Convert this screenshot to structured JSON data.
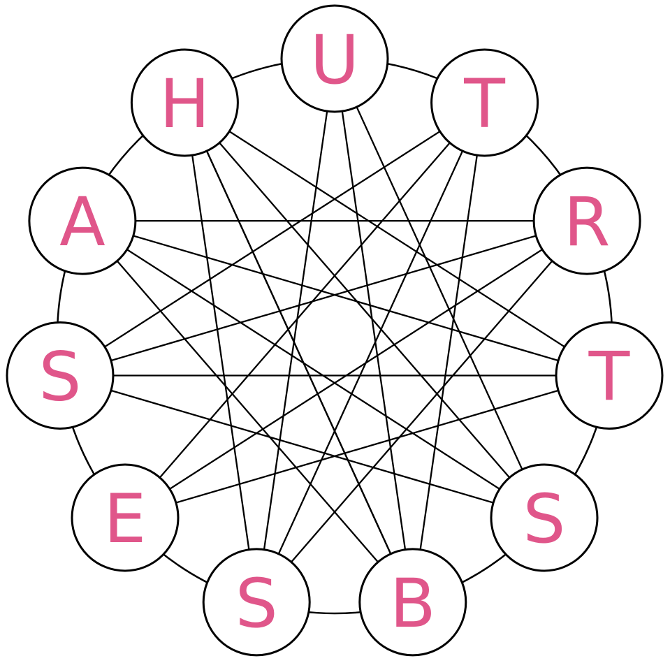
{
  "diagram": {
    "letter_color": "#e0568a",
    "line_color": "#000000",
    "nodes": [
      {
        "id": "n1",
        "letter": "U"
      },
      {
        "id": "n2",
        "letter": "T"
      },
      {
        "id": "n3",
        "letter": "R"
      },
      {
        "id": "n4",
        "letter": "T"
      },
      {
        "id": "n5",
        "letter": "S"
      },
      {
        "id": "n6",
        "letter": "B"
      },
      {
        "id": "n7",
        "letter": "S"
      },
      {
        "id": "n8",
        "letter": "E"
      },
      {
        "id": "n9",
        "letter": "S"
      },
      {
        "id": "n10",
        "letter": "A"
      },
      {
        "id": "n11",
        "letter": "H"
      }
    ],
    "connections": [
      [
        "n1",
        "n6"
      ],
      [
        "n1",
        "n7"
      ],
      [
        "n2",
        "n8"
      ],
      [
        "n2",
        "n9"
      ],
      [
        "n3",
        "n9"
      ],
      [
        "n3",
        "n10"
      ],
      [
        "n4",
        "n10"
      ],
      [
        "n4",
        "n11"
      ],
      [
        "n5",
        "n11"
      ],
      [
        "n5",
        "n1"
      ],
      [
        "n6",
        "n2"
      ],
      [
        "n6",
        "n11"
      ],
      [
        "n7",
        "n2"
      ],
      [
        "n7",
        "n3"
      ],
      [
        "n8",
        "n3"
      ],
      [
        "n8",
        "n4"
      ],
      [
        "n9",
        "n4"
      ],
      [
        "n9",
        "n5"
      ],
      [
        "n10",
        "n5"
      ],
      [
        "n10",
        "n6"
      ],
      [
        "n11",
        "n6"
      ],
      [
        "n11",
        "n7"
      ]
    ]
  }
}
